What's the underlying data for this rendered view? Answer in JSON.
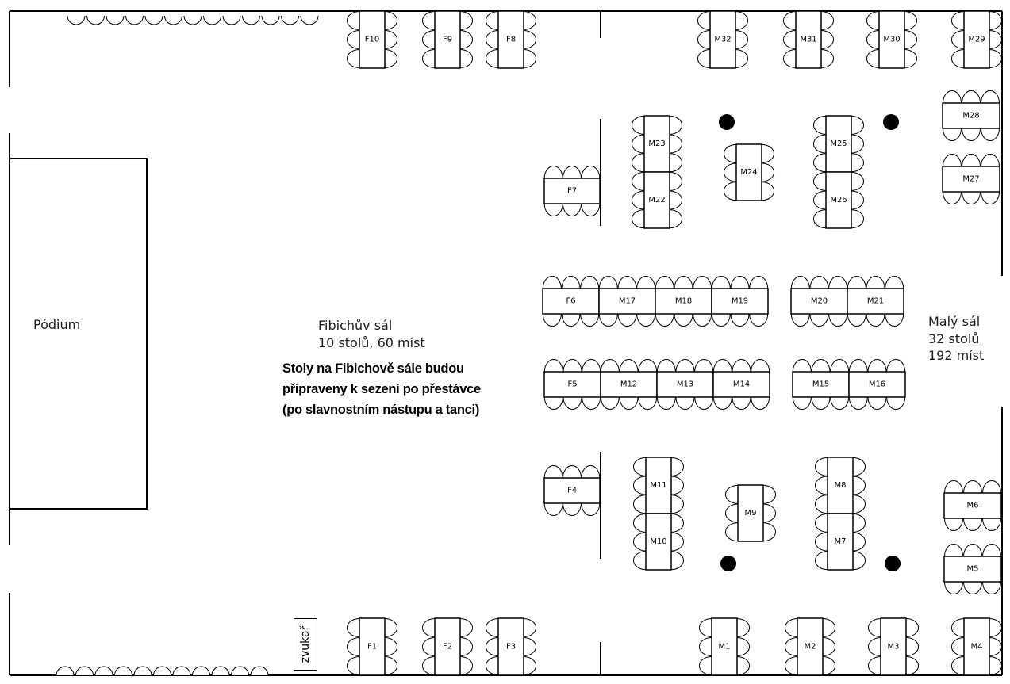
{
  "rooms": {
    "podium": "Pódium",
    "fibich": {
      "name": "Fibichův sál",
      "stats": "10 stolů, 60 míst"
    },
    "maly": {
      "name": "Malý sál",
      "tables": "32 stolů",
      "seats": "192 míst"
    },
    "sound": "zvukař"
  },
  "note": [
    "Stoly na Fibichově sále budou",
    "připraveny k sezení po přestávce",
    "(po slavnostním nástupu a tanci)"
  ],
  "tables": [
    {
      "label": "F10",
      "orient": "v"
    },
    {
      "label": "F9",
      "orient": "v"
    },
    {
      "label": "F8",
      "orient": "v"
    },
    {
      "label": "M32",
      "orient": "v"
    },
    {
      "label": "M31",
      "orient": "v"
    },
    {
      "label": "M30",
      "orient": "v"
    },
    {
      "label": "M29",
      "orient": "v"
    },
    {
      "label": "M28",
      "orient": "h"
    },
    {
      "label": "M27",
      "orient": "h"
    },
    {
      "label": "M23",
      "orient": "v"
    },
    {
      "label": "M22",
      "orient": "v"
    },
    {
      "label": "M24",
      "orient": "v"
    },
    {
      "label": "M25",
      "orient": "v"
    },
    {
      "label": "M26",
      "orient": "v"
    },
    {
      "label": "F7",
      "orient": "h"
    },
    {
      "label": "F6",
      "orient": "h"
    },
    {
      "label": "M17",
      "orient": "h"
    },
    {
      "label": "M18",
      "orient": "h"
    },
    {
      "label": "M19",
      "orient": "h"
    },
    {
      "label": "M20",
      "orient": "h"
    },
    {
      "label": "M21",
      "orient": "h"
    },
    {
      "label": "F5",
      "orient": "h"
    },
    {
      "label": "M12",
      "orient": "h"
    },
    {
      "label": "M13",
      "orient": "h"
    },
    {
      "label": "M14",
      "orient": "h"
    },
    {
      "label": "M15",
      "orient": "h"
    },
    {
      "label": "M16",
      "orient": "h"
    },
    {
      "label": "F4",
      "orient": "h"
    },
    {
      "label": "M11",
      "orient": "v"
    },
    {
      "label": "M10",
      "orient": "v"
    },
    {
      "label": "M9",
      "orient": "v"
    },
    {
      "label": "M8",
      "orient": "v"
    },
    {
      "label": "M7",
      "orient": "v"
    },
    {
      "label": "M6",
      "orient": "h"
    },
    {
      "label": "M5",
      "orient": "h"
    },
    {
      "label": "F1",
      "orient": "v"
    },
    {
      "label": "F2",
      "orient": "v"
    },
    {
      "label": "F3",
      "orient": "v"
    },
    {
      "label": "M1",
      "orient": "v"
    },
    {
      "label": "M2",
      "orient": "v"
    },
    {
      "label": "M3",
      "orient": "v"
    },
    {
      "label": "M4",
      "orient": "v"
    }
  ]
}
